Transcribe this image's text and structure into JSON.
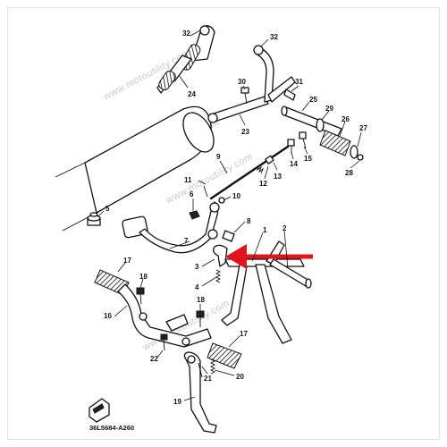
{
  "diagram_code": "36L5684-A260",
  "watermark": "www.motoutility.com",
  "accent_color": "#e0141b",
  "callouts": [
    "1",
    "2",
    "3",
    "4",
    "5",
    "6",
    "7",
    "8",
    "9",
    "10",
    "11",
    "12",
    "13",
    "14",
    "15",
    "16",
    "17",
    "17",
    "18",
    "18",
    "19",
    "20",
    "21",
    "22",
    "23",
    "24",
    "25",
    "26",
    "27",
    "28",
    "29",
    "30",
    "31",
    "32",
    "32"
  ]
}
